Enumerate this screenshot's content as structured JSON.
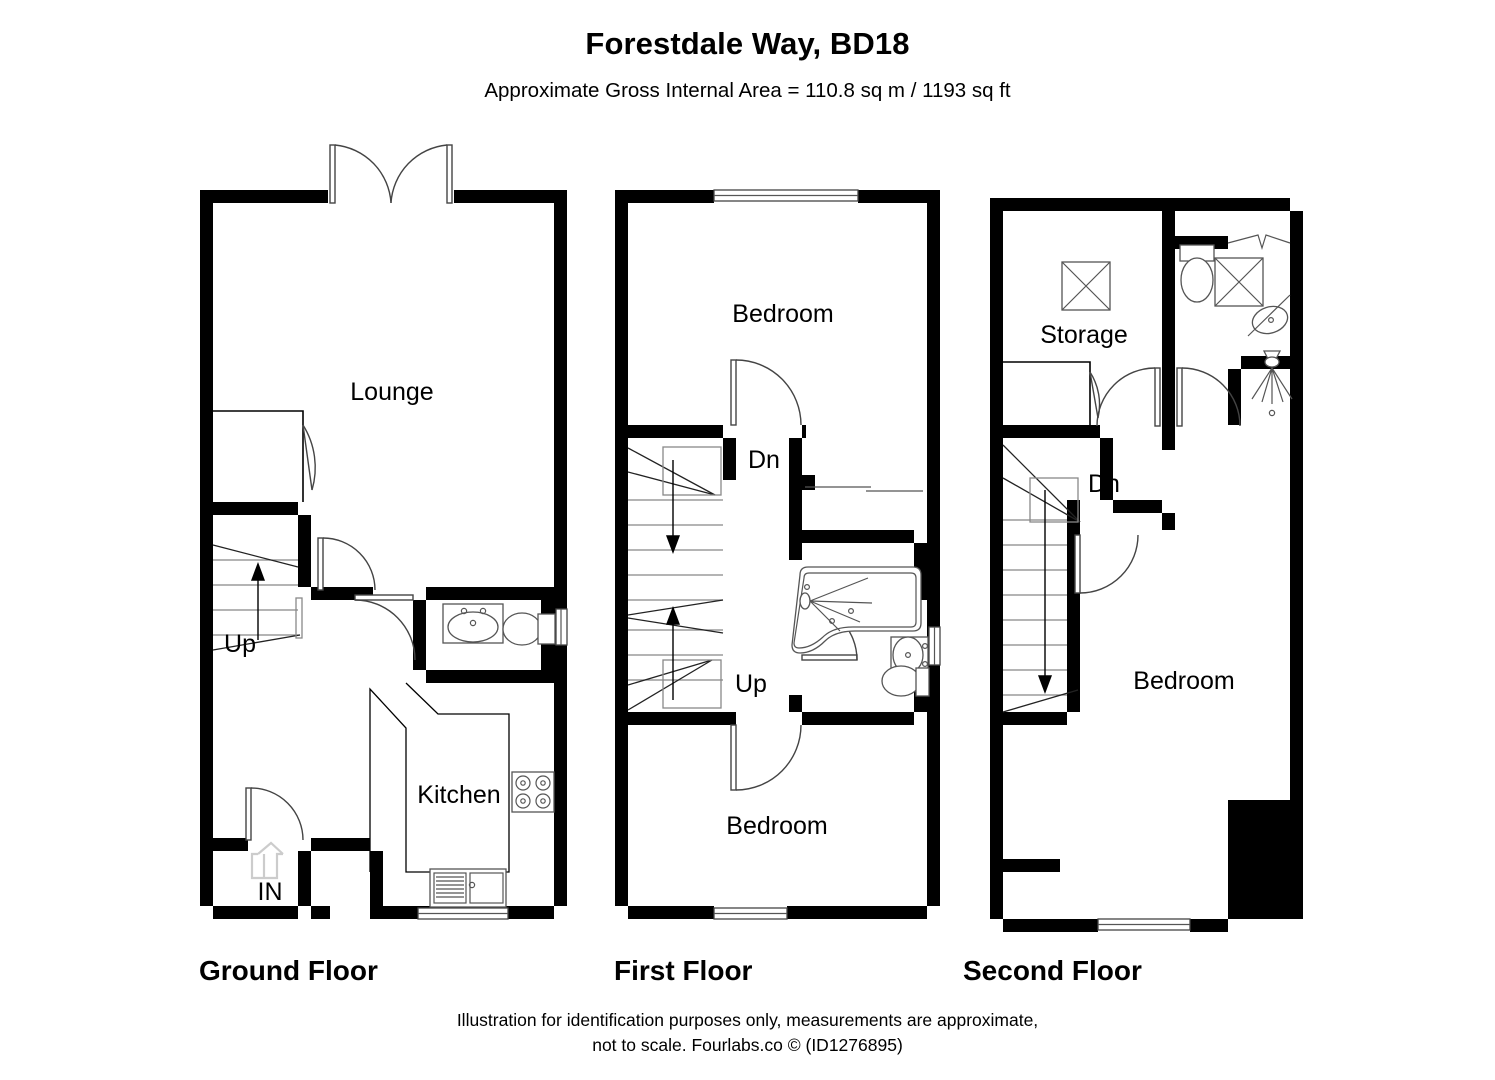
{
  "document": {
    "title": "Forestdale Way, BD18",
    "subtitle": "Approximate Gross Internal Area = 110.8 sq m / 1193 sq ft",
    "footer_line1": "Illustration for identification purposes only, measurements are approximate,",
    "footer_line2": "not to scale. Fourlabs.co © (ID1276895)",
    "area_sq_m": "110.8",
    "area_sq_ft": "1193",
    "copyright_owner": "Fourlabs.co",
    "plan_id": "ID1276895",
    "colors": {
      "wall": "#000000",
      "background": "#ffffff",
      "fixture_stroke": "#555555",
      "text": "#000000"
    }
  },
  "floors": [
    {
      "key": "ground",
      "label": "Ground Floor",
      "rooms": [
        {
          "name": "Lounge",
          "label": "Lounge"
        },
        {
          "name": "Kitchen",
          "label": "Kitchen"
        }
      ],
      "annotations": [
        {
          "name": "stair-up",
          "label": "Up"
        },
        {
          "name": "entrance",
          "label": "IN"
        }
      ],
      "fixtures": [
        "french-doors",
        "wc-basin",
        "wc-toilet",
        "wc-window",
        "kitchen-hob",
        "kitchen-sink",
        "kitchen-window",
        "entrance-door",
        "understairs-cupboard",
        "staircase"
      ]
    },
    {
      "key": "first",
      "label": "First Floor",
      "rooms": [
        {
          "name": "Bedroom-front",
          "label": "Bedroom"
        },
        {
          "name": "Bedroom-rear",
          "label": "Bedroom"
        }
      ],
      "annotations": [
        {
          "name": "stair-down",
          "label": "Dn"
        },
        {
          "name": "stair-up",
          "label": "Up"
        }
      ],
      "fixtures": [
        "shower-bath",
        "bathroom-basin",
        "bathroom-toilet",
        "bathroom-window",
        "front-window",
        "rear-window",
        "staircase",
        "landing-partition"
      ]
    },
    {
      "key": "second",
      "label": "Second Floor",
      "rooms": [
        {
          "name": "Storage",
          "label": "Storage"
        },
        {
          "name": "Bedroom",
          "label": "Bedroom"
        }
      ],
      "annotations": [
        {
          "name": "stair-down",
          "label": "Dn"
        }
      ],
      "fixtures": [
        "storage-hatch",
        "ensuite-toilet",
        "ensuite-shower-tray",
        "ensuite-basin",
        "ensuite-shower-head",
        "rear-window",
        "staircase",
        "storage-cupboard"
      ]
    }
  ]
}
